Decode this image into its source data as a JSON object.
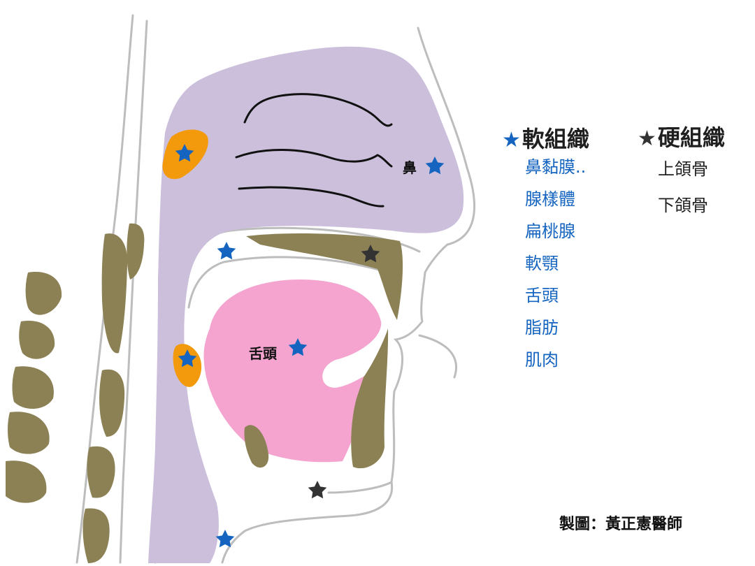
{
  "legend": {
    "soft": {
      "star_color": "#1565c0",
      "title": "軟組織",
      "items": [
        "鼻黏膜..",
        "腺樣體",
        "扁桃腺",
        "軟顎",
        "舌頭",
        "脂肪",
        "肌肉"
      ]
    },
    "hard": {
      "star_color": "#333333",
      "title": "硬組織",
      "items": [
        "上頜骨",
        "下頜骨"
      ]
    }
  },
  "labels": {
    "nose": "鼻",
    "tongue": "舌頭"
  },
  "credit": "製圖：黃正憲醫師",
  "colors": {
    "airway": "#cbbfdb",
    "tongue": "#f4a4cf",
    "bone": "#8c8055",
    "lymphoid": "#f39a0c",
    "soft_star": "#1565c0",
    "hard_star": "#333333",
    "outline": "#bdbdbd"
  },
  "markers": [
    {
      "type": "soft",
      "name": "adenoid"
    },
    {
      "type": "soft",
      "name": "nose"
    },
    {
      "type": "soft",
      "name": "soft-palate"
    },
    {
      "type": "hard",
      "name": "maxilla"
    },
    {
      "type": "soft",
      "name": "tongue"
    },
    {
      "type": "soft",
      "name": "tonsil"
    },
    {
      "type": "hard",
      "name": "mandible"
    },
    {
      "type": "soft",
      "name": "fat-muscle"
    }
  ]
}
